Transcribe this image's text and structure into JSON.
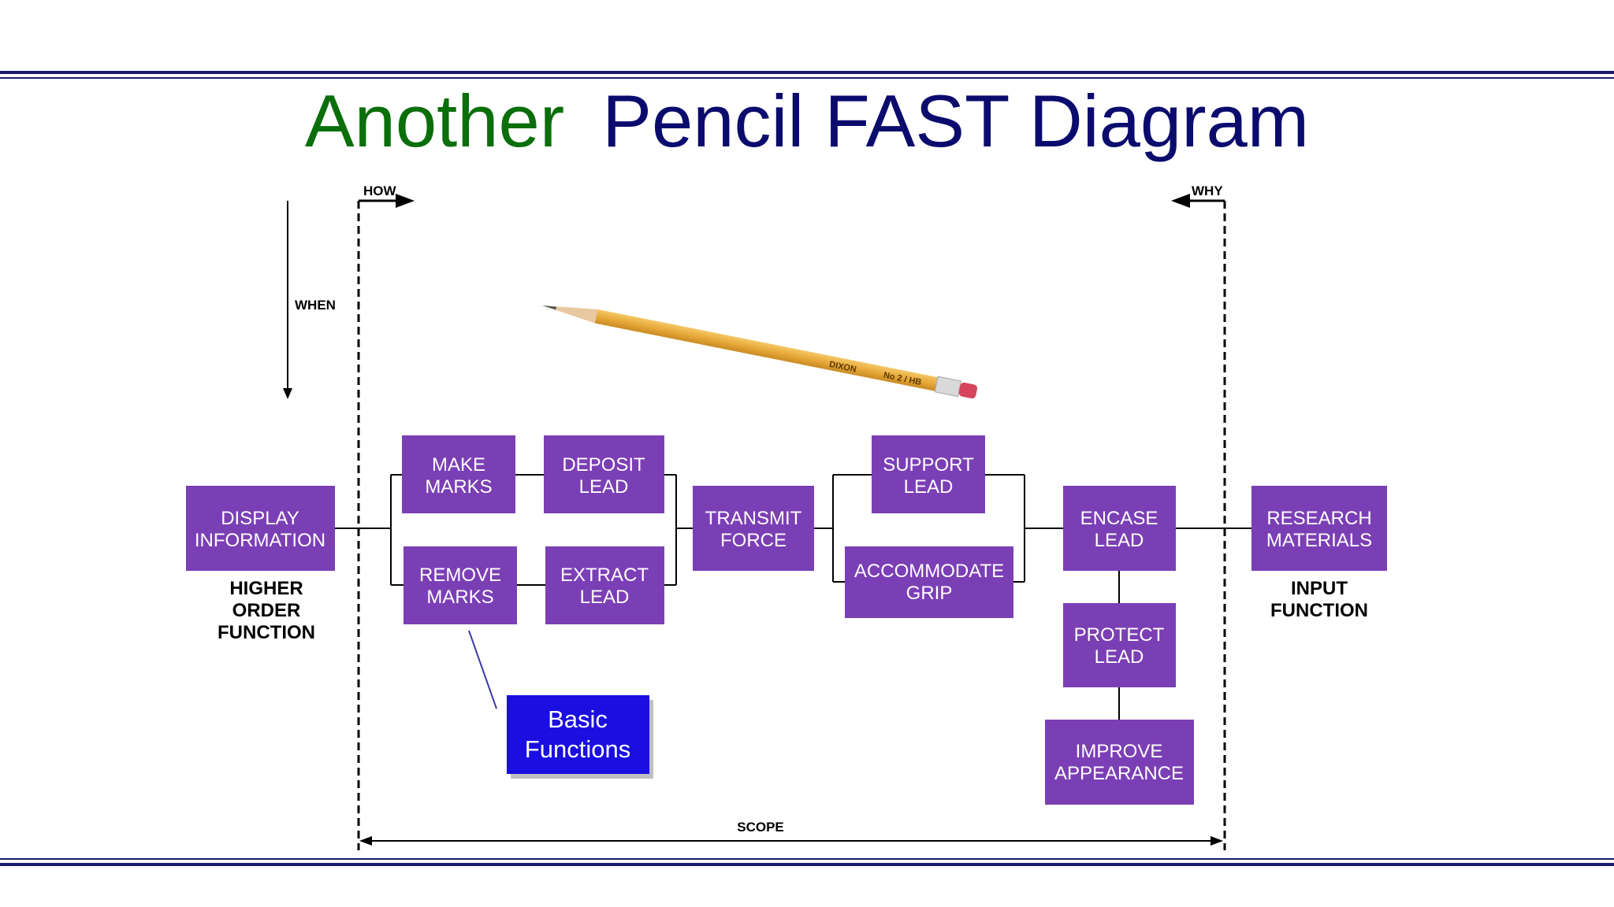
{
  "title": {
    "part1": "Another",
    "part2": "Pencil FAST Diagram",
    "color1": "#0a6e0a",
    "color2": "#0b0b6e"
  },
  "colors": {
    "box_fill": "#7b3fb5",
    "callout_fill": "#1a0ee0",
    "rule_color": "#1a1a6e"
  },
  "labels": {
    "how": "HOW",
    "why": "WHY",
    "when": "WHEN",
    "scope": "SCOPE",
    "higher_order": [
      "HIGHER",
      "ORDER",
      "FUNCTION"
    ],
    "input_function": [
      "INPUT",
      "FUNCTION"
    ]
  },
  "pencil": {
    "brand": "DIXON",
    "grade": "No 2 / HB"
  },
  "boxes": {
    "display_information": [
      "DISPLAY",
      "INFORMATION"
    ],
    "make_marks": [
      "MAKE",
      "MARKS"
    ],
    "deposit_lead": [
      "DEPOSIT",
      "LEAD"
    ],
    "remove_marks": [
      "REMOVE",
      "MARKS"
    ],
    "extract_lead": [
      "EXTRACT",
      "LEAD"
    ],
    "transmit_force": [
      "TRANSMIT",
      "FORCE"
    ],
    "support_lead": [
      "SUPPORT",
      "LEAD"
    ],
    "accommodate_grip": [
      "ACCOMMODATE",
      "GRIP"
    ],
    "encase_lead": [
      "ENCASE",
      "LEAD"
    ],
    "protect_lead": [
      "PROTECT",
      "LEAD"
    ],
    "improve_appearance": [
      "IMPROVE",
      "APPEARANCE"
    ],
    "research_materials": [
      "RESEARCH",
      "MATERIALS"
    ]
  },
  "callout": [
    "Basic",
    "Functions"
  ]
}
